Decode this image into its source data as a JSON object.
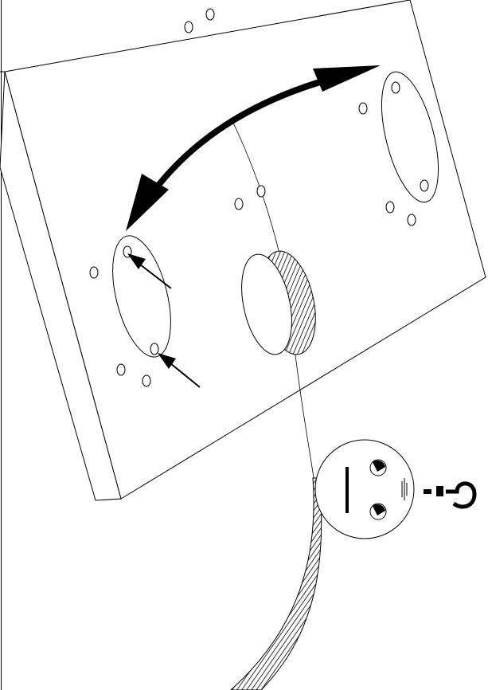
{
  "figure": {
    "kind": "technical line drawing",
    "colors": {
      "ink": "#000000",
      "paper": "#ffffff"
    },
    "parts": [
      "mounting-plate",
      "plate-mounting-holes",
      "right-ellipse-outline",
      "left-ellipse-outline",
      "rotation-arrow",
      "pointer-arrows",
      "cable",
      "cable-grommet",
      "plug-face",
      "question-mark"
    ],
    "hole_count": 16,
    "plug_face": {
      "prongs": 2,
      "ground_pin": true
    }
  }
}
